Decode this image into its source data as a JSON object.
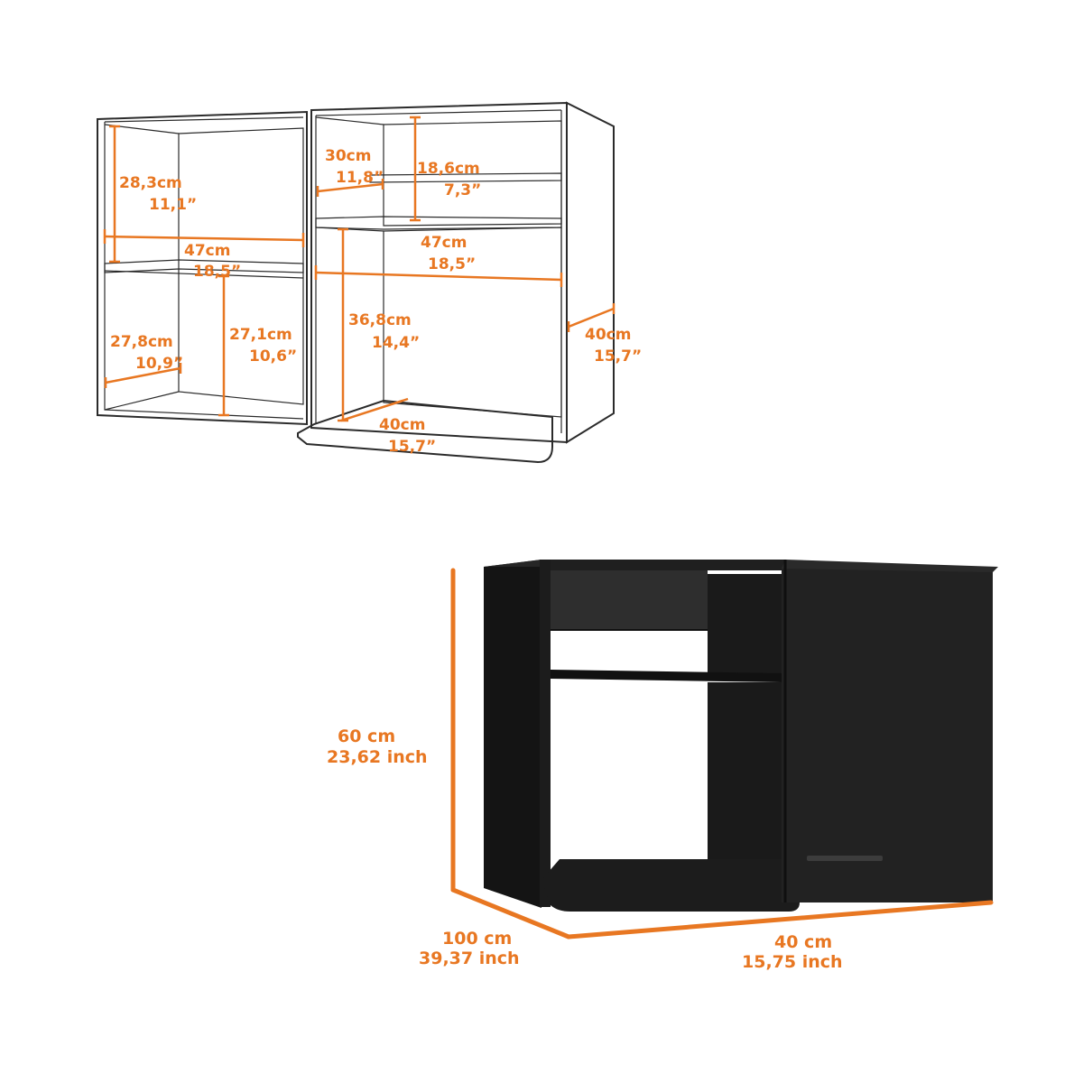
{
  "top_drawing": {
    "dims": {
      "left_top_height": {
        "cm": "28,3cm",
        "in": "11,1”"
      },
      "left_width": {
        "cm": "47cm",
        "in": "18,5”"
      },
      "left_bottom_depth": {
        "cm": "27,8cm",
        "in": "10,9”"
      },
      "left_bottom_height": {
        "cm": "27,1cm",
        "in": "10,6”"
      },
      "right_top_width": {
        "cm": "30cm",
        "in": "11,8”"
      },
      "right_top_height": {
        "cm": "18,6cm",
        "in": "7,3”"
      },
      "right_width": {
        "cm": "47cm",
        "in": "18,5”"
      },
      "right_open_height": {
        "cm": "36,8cm",
        "in": "14,4”"
      },
      "right_base_depth": {
        "cm": "40cm",
        "in": "15,7”"
      },
      "side_depth": {
        "cm": "40cm",
        "in": "15,7”"
      }
    }
  },
  "bottom_photo": {
    "height": {
      "cm": "60 cm",
      "in": "23,62 inch"
    },
    "width": {
      "cm": "100 cm",
      "in": "39,37 inch"
    },
    "depth": {
      "cm": "40 cm",
      "in": "15,75 inch"
    }
  },
  "colors": {
    "accent": "#e87722",
    "cabinet": "#1e1e1e",
    "line": "#2b2b2b"
  }
}
